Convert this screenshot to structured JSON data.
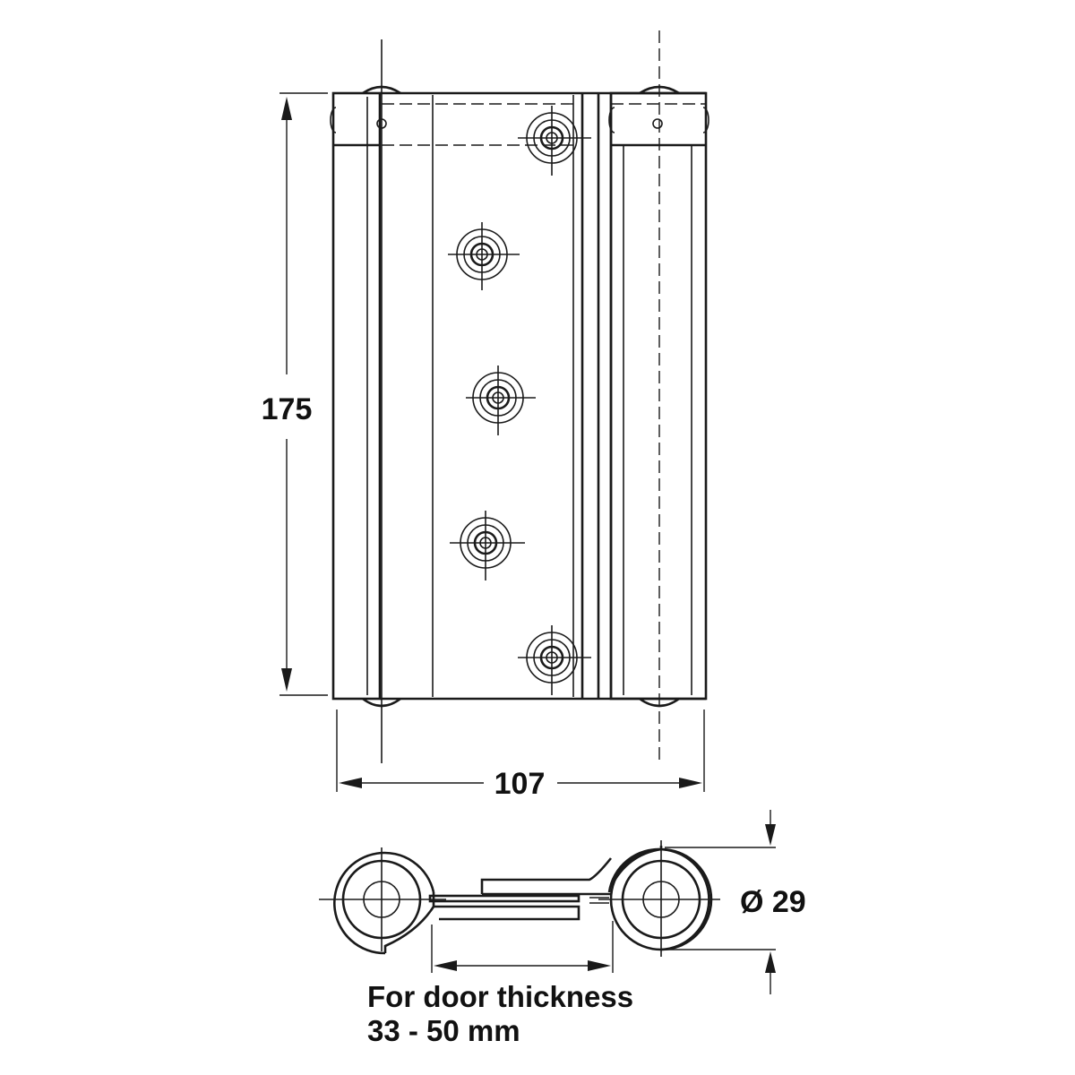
{
  "front_view": {
    "height_label": "175",
    "width_label": "107"
  },
  "top_view": {
    "diameter_label": "Ø 29",
    "door_thickness_line1": "For door thickness",
    "door_thickness_line2": "33 - 50 mm"
  }
}
